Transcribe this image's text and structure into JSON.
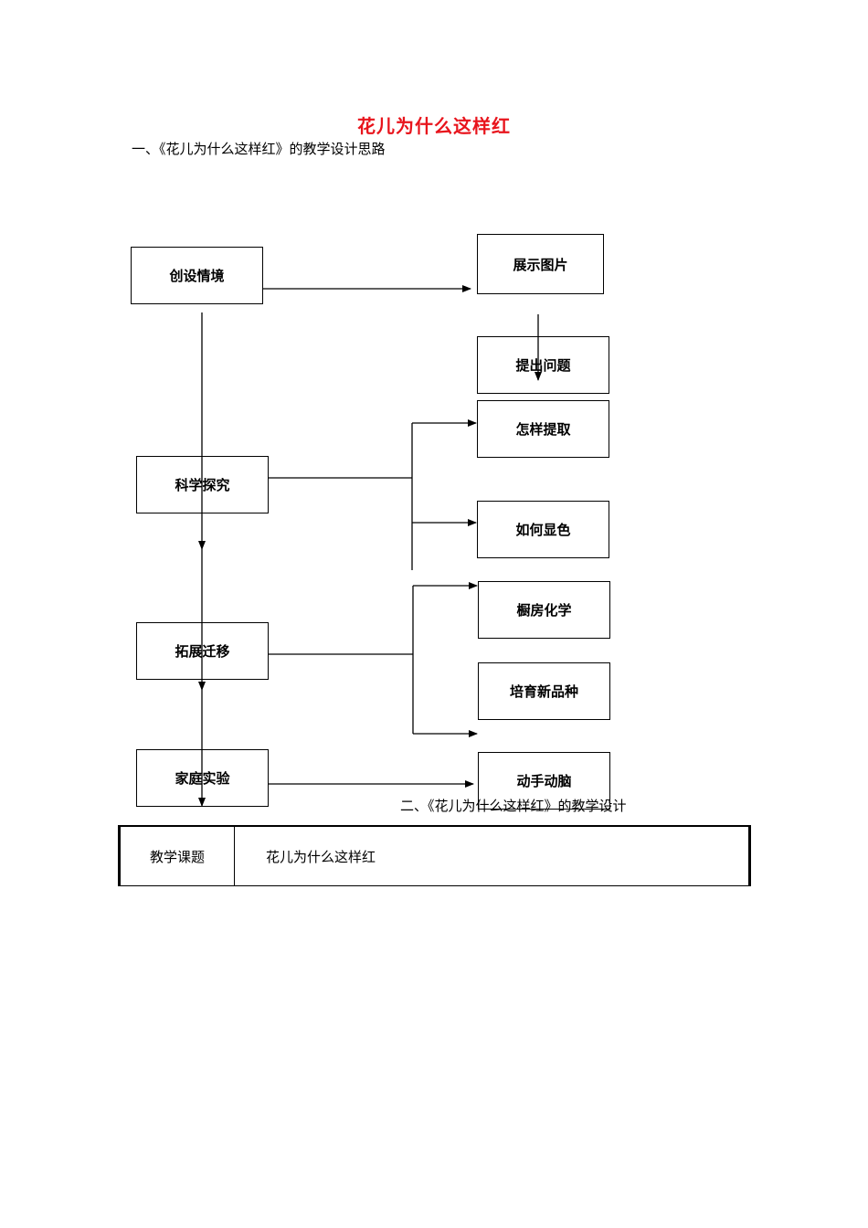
{
  "page_title": "花儿为什么这样红",
  "section_1_heading": "一、《花儿为什么这样红》的教学设计思路",
  "section_2_heading": "二、《花儿为什么这样红》的教学设计",
  "flowchart": {
    "left_steps": [
      "创设情境",
      "科学探究",
      "拓展迁移",
      "家庭实验"
    ],
    "right_steps": [
      "展示图片",
      "提出问题",
      "怎样提取",
      "如何显色",
      "橱房化学",
      "培育新品种",
      "动手动脑"
    ]
  },
  "table": {
    "label": "教学课题",
    "value": "花儿为什么这样红"
  }
}
